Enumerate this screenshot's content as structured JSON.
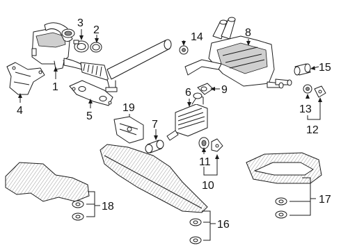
{
  "callouts": {
    "c1": "1",
    "c2": "2",
    "c3": "3",
    "c4": "4",
    "c5": "5",
    "c6": "6",
    "c7": "7",
    "c8": "8",
    "c9": "9",
    "c10": "10",
    "c11": "11",
    "c12": "12",
    "c13": "13",
    "c14": "14",
    "c15": "15",
    "c16": "16",
    "c17": "17",
    "c18": "18",
    "c19": "19"
  },
  "colors": {
    "line": "#1a1a1a",
    "shade": "#cfcfcf",
    "background": "#ffffff"
  }
}
